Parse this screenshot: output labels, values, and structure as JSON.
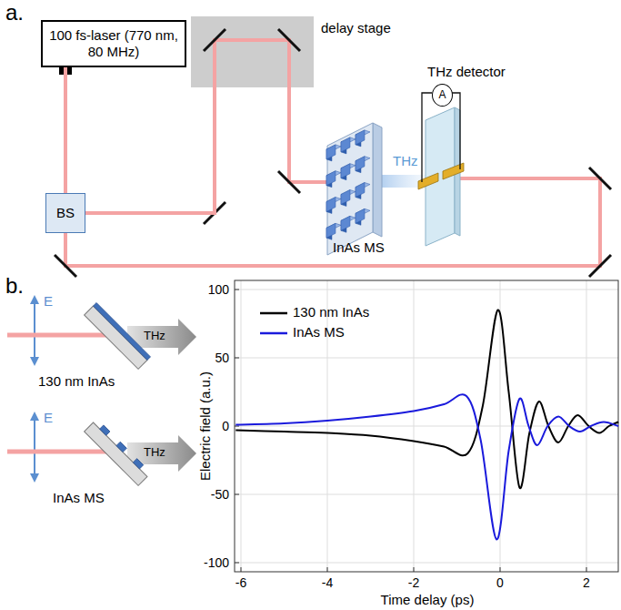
{
  "diagram": {
    "nodes": [
      {
        "text": [
          "100 fs-laser (770 nm, 80 MHz)"
        ]
      },
      {
        "text": [
          "BS"
        ]
      },
      {
        "text": [
          "delay stage"
        ]
      },
      {
        "text": [
          "A"
        ]
      }
    ],
    "edges": [
      {
        "from": 0,
        "to": 1,
        "arrow": "none"
      },
      {
        "from": 1,
        "to": 2,
        "arrow": "none"
      }
    ],
    "labels": [
      "a.",
      "InAs MS",
      "THz",
      "THz detector",
      "b.",
      "E",
      "130 nm InAs",
      "THz",
      "E",
      "InAs MS",
      "THz",
      "100",
      "50",
      "0",
      "-50",
      "-100",
      "Electric field (a.u.)",
      "-6",
      "-4",
      "-2",
      "0",
      "2",
      "Time delay (ps)"
    ],
    "legend": [
      {
        "text": "130 nm InAs"
      },
      {
        "text": "InAs MS"
      }
    ]
  }
}
